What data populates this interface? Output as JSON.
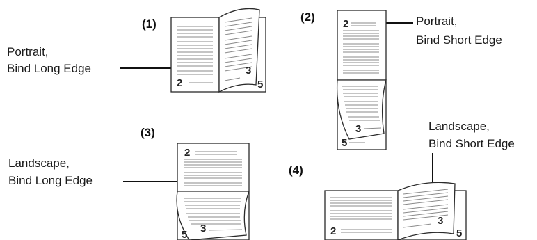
{
  "diagrams": [
    {
      "number": "(1)",
      "label": [
        "Portrait,",
        "Bind Long Edge"
      ],
      "pages": [
        "2",
        "3",
        "5"
      ]
    },
    {
      "number": "(2)",
      "label": [
        "Portrait,",
        "Bind Short Edge"
      ],
      "pages": [
        "2",
        "3",
        "5"
      ]
    },
    {
      "number": "(3)",
      "label": [
        "Landscape,",
        "Bind Long Edge"
      ],
      "pages": [
        "2",
        "3",
        "5"
      ]
    },
    {
      "number": "(4)",
      "label": [
        "Landscape,",
        "Bind Short Edge"
      ],
      "pages": [
        "2",
        "3",
        "5"
      ]
    }
  ],
  "colors": {
    "line": "#2a2a2a",
    "text_lines": "#8a8a8a",
    "text": "#1a1a1a"
  }
}
